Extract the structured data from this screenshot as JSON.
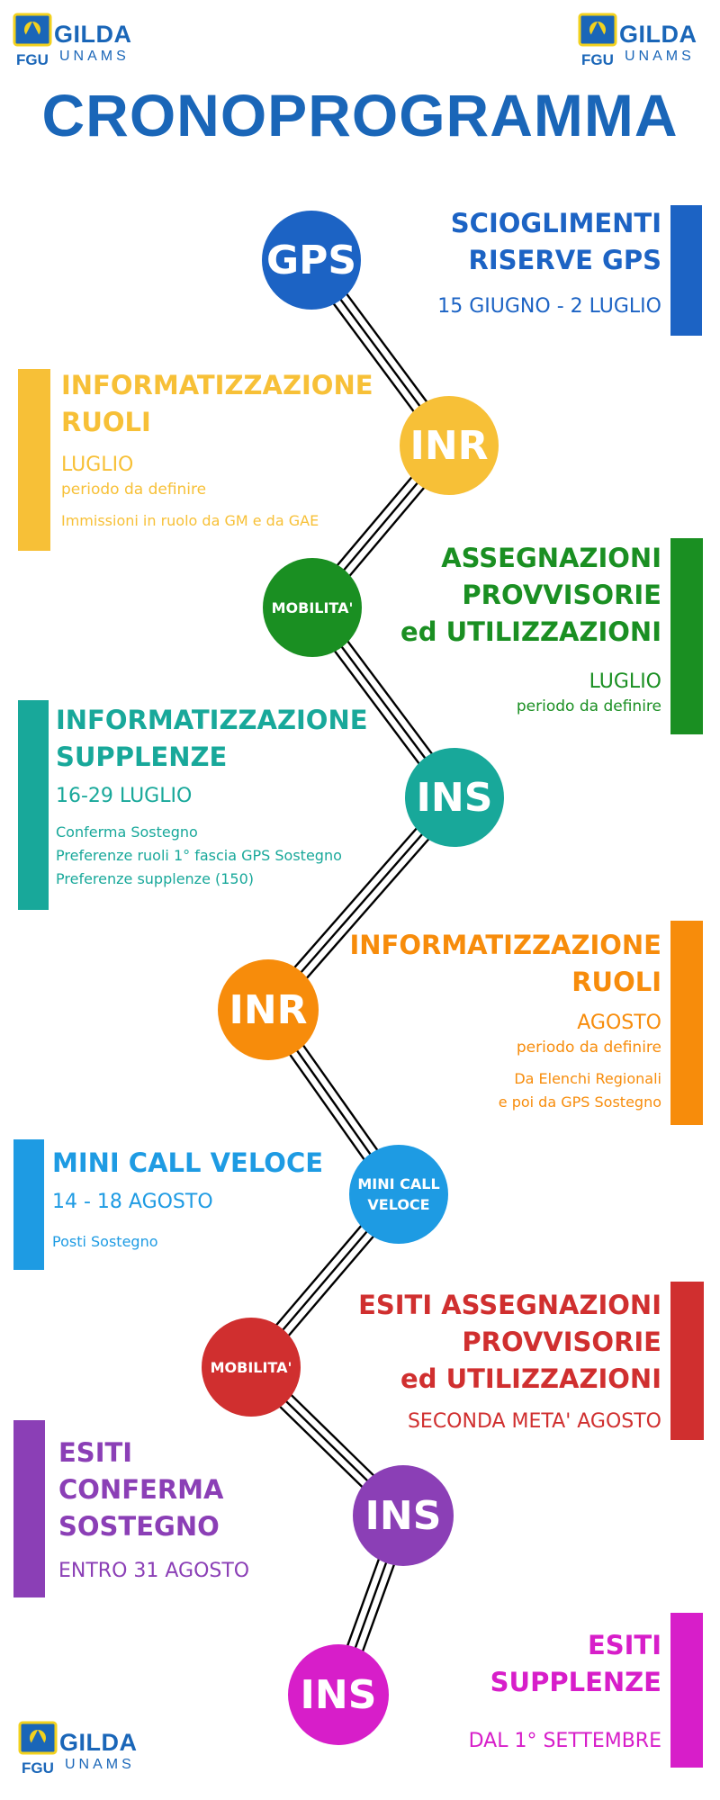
{
  "logo": {
    "badge": "FGU",
    "name": "GILDA",
    "sub": "UNAMS"
  },
  "title": "CRONOPROGRAMMA",
  "colors": {
    "blue": "#1c63c4",
    "yellow": "#f7c037",
    "green": "#1a8f22",
    "teal": "#18a89a",
    "orange": "#f78c0b",
    "lightblue": "#1e9be3",
    "red": "#d02f2f",
    "purple": "#8b3fb6",
    "magenta": "#d71ec9",
    "brand": "#1a66b8"
  },
  "nodes": {
    "n1": "GPS",
    "n2": "INR",
    "n3": "MOBILITA'",
    "n4": "INS",
    "n5": "INR",
    "n6": "MINI CALL VELOCE",
    "n7": "MOBILITA'",
    "n8": "INS",
    "n9": "INS"
  },
  "steps": {
    "s1": {
      "line1": "SCIOGLIMENTI",
      "line2": "RISERVE GPS",
      "date": "15 GIUGNO - 2 LUGLIO"
    },
    "s2": {
      "line1": "INFORMATIZZAZIONE",
      "line2": "RUOLI",
      "date": "LUGLIO",
      "period": "periodo da definire",
      "note": "Immissioni in ruolo da GM e da GAE"
    },
    "s3": {
      "line1": "ASSEGNAZIONI",
      "line2": "PROVVISORIE",
      "line3": "ed UTILIZZAZIONI",
      "date": "LUGLIO",
      "period": "periodo da definire"
    },
    "s4": {
      "line1": "INFORMATIZZAZIONE",
      "line2": "SUPPLENZE",
      "date": "16-29 LUGLIO",
      "note1": "Conferma Sostegno",
      "note2": "Preferenze ruoli 1° fascia GPS Sostegno",
      "note3": "Preferenze supplenze (150)"
    },
    "s5": {
      "line1": "INFORMATIZZAZIONE",
      "line2": "RUOLI",
      "date": "AGOSTO",
      "period": "periodo da definire",
      "note1": "Da Elenchi Regionali",
      "note2": "e poi da GPS Sostegno"
    },
    "s6": {
      "line1": "MINI CALL VELOCE",
      "date": "14 - 18 AGOSTO",
      "note": "Posti Sostegno"
    },
    "s7": {
      "line1": "ESITI ASSEGNAZIONI",
      "line2": "PROVVISORIE",
      "line3": "ed UTILIZZAZIONI",
      "date": "SECONDA META' AGOSTO"
    },
    "s8": {
      "line1": "ESITI",
      "line2": "CONFERMA",
      "line3": "SOSTEGNO",
      "date": "ENTRO 31 AGOSTO"
    },
    "s9": {
      "line1": "ESITI",
      "line2": "SUPPLENZE",
      "date": "DAL 1° SETTEMBRE"
    }
  }
}
